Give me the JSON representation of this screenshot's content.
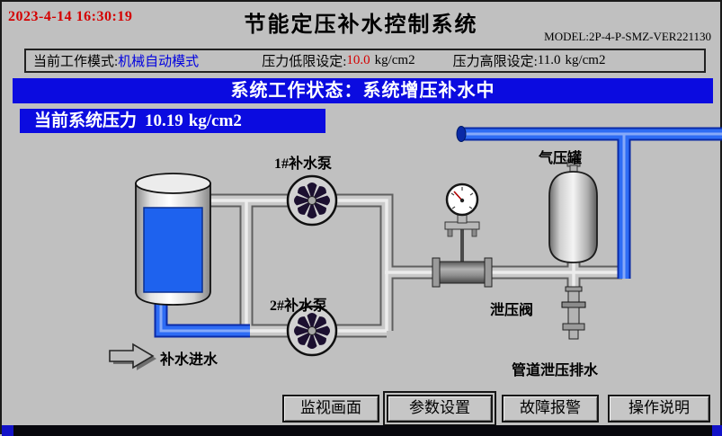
{
  "header": {
    "timestamp": "2023-4-14 16:30:19",
    "title": "节能定压补水控制系统",
    "model": "MODEL:2P-4-P-SMZ-VER221130"
  },
  "settings": {
    "mode_label": "当前工作模式:",
    "mode_value": "机械自动模式",
    "low_limit_label": "压力低限设定:",
    "low_limit_value": "10.0",
    "low_limit_unit": "kg/cm2",
    "high_limit_label": "压力高限设定:",
    "high_limit_value": "11.0",
    "high_limit_unit": "kg/cm2"
  },
  "status": {
    "label": "系统工作状态：",
    "value": "系统增压补水中"
  },
  "pressure": {
    "label": "当前系统压力",
    "value": "10.19",
    "unit": "kg/cm2"
  },
  "diagram": {
    "pump1_label": "1#补水泵",
    "pump2_label": "2#补水泵",
    "air_tank_label": "气压罐",
    "relief_valve_label": "泄压阀",
    "inlet_label": "补水进水",
    "drain_label": "管道泄压排水"
  },
  "nav_buttons": [
    {
      "label": "监视画面",
      "selected": false
    },
    {
      "label": "参数设置",
      "selected": true
    },
    {
      "label": "故障报警",
      "selected": false
    },
    {
      "label": "操作说明",
      "selected": false
    }
  ],
  "colors": {
    "background": "#c0c0c0",
    "banner_blue": "#0b0be0",
    "alarm_red": "#d40000",
    "mode_text_blue": "#0000e0",
    "pipe_blue": "#2e6cf4",
    "pipe_gray": "#c9c9c9",
    "water_blue": "#1e62ee"
  }
}
